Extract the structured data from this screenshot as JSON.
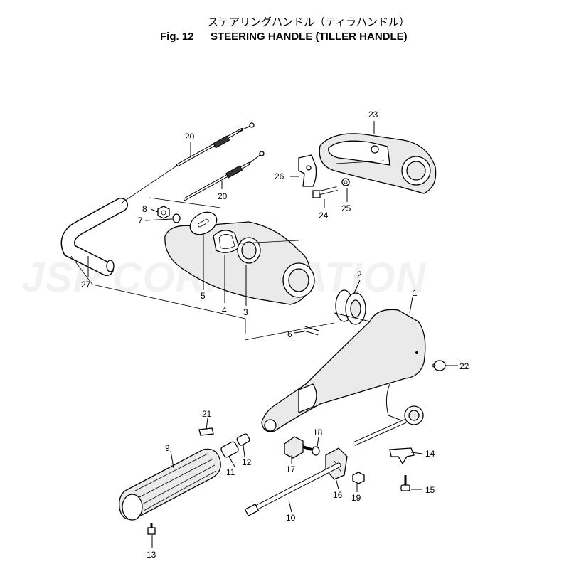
{
  "header": {
    "title_jp": "ステアリングハンドル（ティラハンドル）",
    "fig_label": "Fig. 12",
    "title_en": "STEERING HANDLE (TILLER HANDLE)"
  },
  "watermark": "JSP CORPORATION",
  "callouts": {
    "p1": "1",
    "p2": "2",
    "p3": "3",
    "p4": "4",
    "p5": "5",
    "p6": "6",
    "p7": "7",
    "p8": "8",
    "p9": "9",
    "p10": "10",
    "p11": "11",
    "p12": "12",
    "p13": "13",
    "p14": "14",
    "p15": "15",
    "p16": "16",
    "p17": "17",
    "p18": "18",
    "p19": "19",
    "p20a": "20",
    "p20b": "20",
    "p21": "21",
    "p22": "22",
    "p23": "23",
    "p24": "24",
    "p25": "25",
    "p26": "26",
    "p27": "27"
  }
}
